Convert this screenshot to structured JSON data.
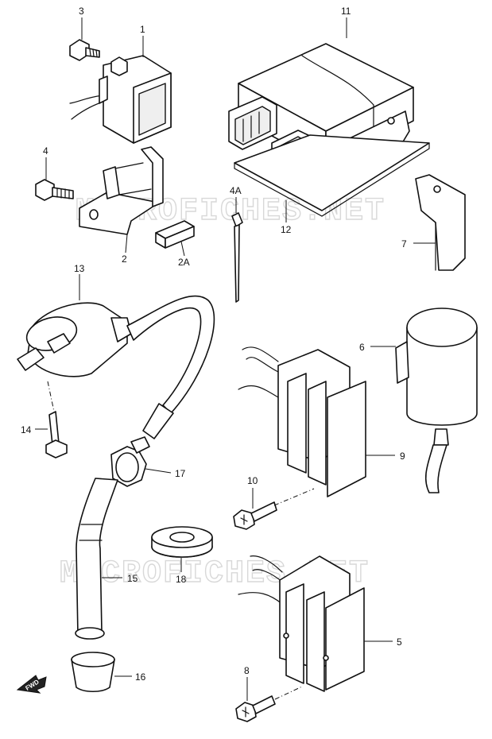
{
  "watermark": {
    "line1": "MICROFICHES.NET",
    "line2": "MICROFICHES.NET"
  },
  "direction_badge": {
    "text": "FWD",
    "icon": "forward-arrow-icon"
  },
  "callouts": {
    "c1": "1",
    "c2": "2",
    "c2A": "2A",
    "c3": "3",
    "c4": "4",
    "c4A": "4A",
    "c5": "5",
    "c6": "6",
    "c7": "7",
    "c8": "8",
    "c9": "9",
    "c10": "10",
    "c11": "11",
    "c12": "12",
    "c13": "13",
    "c14": "14",
    "c15": "15",
    "c16": "16",
    "c17": "17",
    "c18": "18"
  }
}
